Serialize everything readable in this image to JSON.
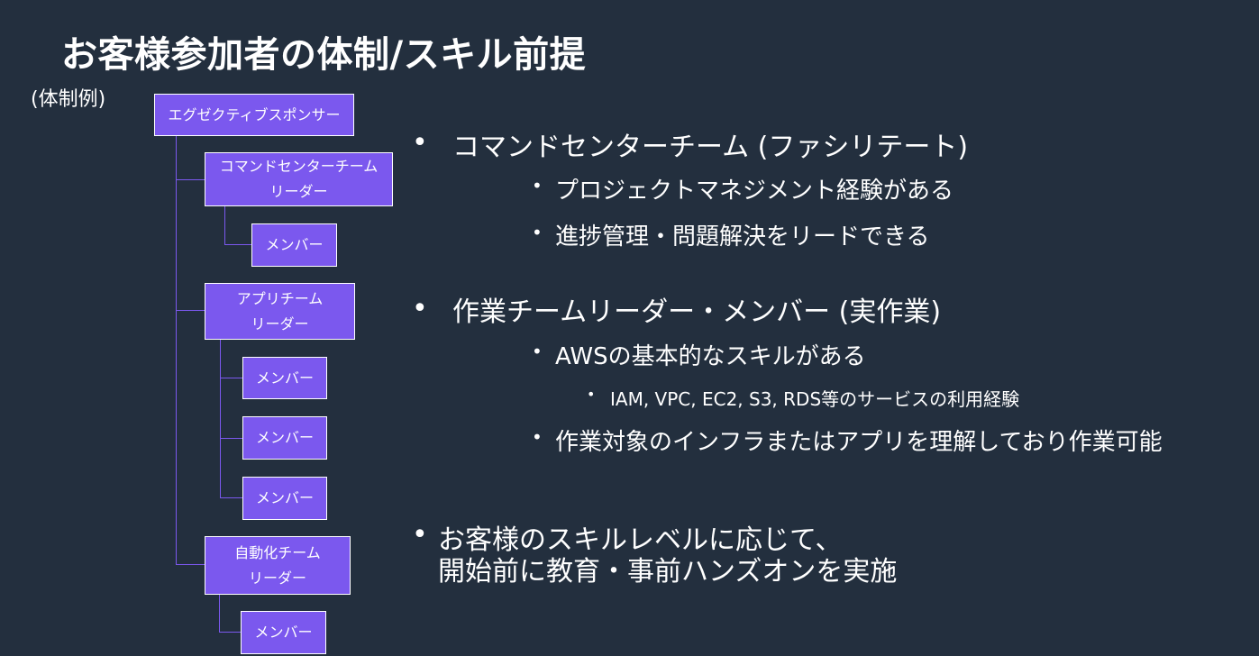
{
  "slide": {
    "title": "お客様参加者の体制/スキル前提",
    "subtitle": "(体制例)"
  },
  "org": {
    "sponsor": "エグゼクティブスポンサー",
    "command_leader": [
      "コマンドセンターチーム",
      "リーダー"
    ],
    "command_member": "メンバー",
    "app_leader": [
      "アプリチーム",
      "リーダー"
    ],
    "app_members": [
      "メンバー",
      "メンバー",
      "メンバー"
    ],
    "auto_leader": [
      "自動化チーム",
      "リーダー"
    ],
    "auto_member": "メンバー"
  },
  "bullets": {
    "command_team": "コマンドセンターチーム (ファシリテート)",
    "pm_experience": "プロジェクトマネジメント経験がある",
    "progress_mgmt": "進捗管理・問題解決をリードできる",
    "work_team": "作業チームリーダー・メンバー (実作業)",
    "aws_skill": "AWSの基本的なスキルがある",
    "services": "IAM, VPC, EC2, S3, RDS等のサービスの利用経験",
    "understand": "作業対象のインフラまたはアプリを理解しており作業可能",
    "training_line1": "お客様のスキルレベルに応じて、",
    "training_line2": "開始前に教育・事前ハンズオンを実施"
  },
  "colors": {
    "background": "#232f3e",
    "box_fill": "#7b58ee",
    "text": "#ffffff"
  }
}
